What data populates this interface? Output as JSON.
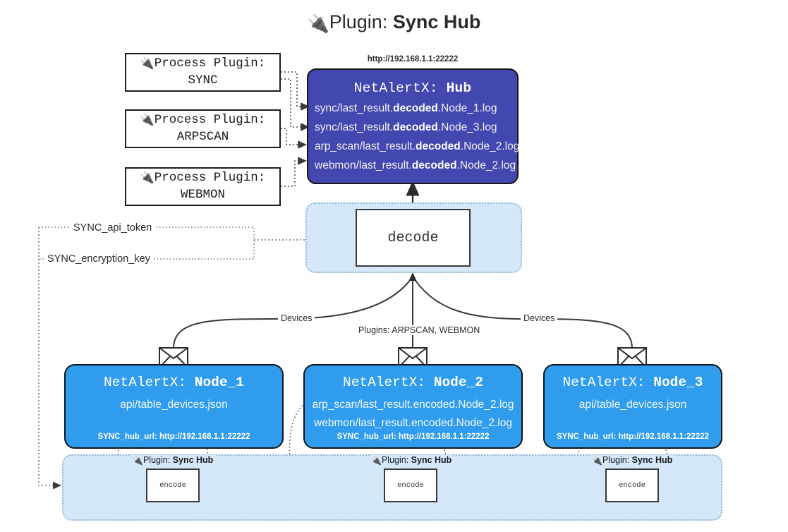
{
  "header": {
    "plug_icon": "🔌",
    "prefix": "Plugin: ",
    "name": "Sync Hub"
  },
  "process_plugins": [
    {
      "line1": "Process Plugin:",
      "line2": "SYNC",
      "icon": "plug-icon"
    },
    {
      "line1": "Process Plugin:",
      "line2": "ARPSCAN",
      "icon": "plug-icon"
    },
    {
      "line1": "Process Plugin:",
      "line2": "WEBMON",
      "icon": "plug-icon"
    }
  ],
  "hub": {
    "url": "http://192.168.1.1:22222",
    "title_prefix": "NetAlertX: ",
    "title_name": "Hub",
    "logs": [
      {
        "pre": "sync/last_result.",
        "mid": "decoded",
        "post": ".Node_1.log"
      },
      {
        "pre": "sync/last_result.",
        "mid": "decoded",
        "post": ".Node_3.log"
      },
      {
        "pre": "arp_scan/last_result.",
        "mid": "decoded",
        "post": ".Node_2.log"
      },
      {
        "pre": "webmon/last_result.",
        "mid": "decoded",
        "post": ".Node_2.log"
      }
    ]
  },
  "decode": {
    "label": "decode"
  },
  "secrets": {
    "api_token": "SYNC_api_token",
    "encryption_key": "SYNC_encryption_key"
  },
  "edge_labels": {
    "devices_left": "Devices",
    "devices_right": "Devices",
    "plugins_center": "Plugins: ARPSCAN, WEBMON"
  },
  "nodes": [
    {
      "title_prefix": "NetAlertX: ",
      "title_name": "Node_1",
      "lines": [
        "api/table_devices.json"
      ],
      "foot_key": "SYNC_hub_url: ",
      "foot_val": "http://192.168.1.1:22222",
      "envelope": "envelope-icon"
    },
    {
      "title_prefix": "NetAlertX: ",
      "title_name": "Node_2",
      "lines": [
        "arp_scan/last_result.encoded.Node_2.log",
        "webmon/last_result.encoded.Node_2.log"
      ],
      "foot_key": "SYNC_hub_url: ",
      "foot_val": "http://192.168.1.1:22222",
      "envelope": "envelope-icon"
    },
    {
      "title_prefix": "NetAlertX: ",
      "title_name": "Node_3",
      "lines": [
        "api/table_devices.json"
      ],
      "foot_key": "SYNC_hub_url: ",
      "foot_val": "http://192.168.1.1:22222",
      "envelope": "envelope-icon"
    }
  ],
  "encoders": [
    {
      "plug_icon": "🔌",
      "label_prefix": "Plugin: ",
      "label_name": "Sync Hub",
      "box": "encode"
    },
    {
      "plug_icon": "🔌",
      "label_prefix": "Plugin: ",
      "label_name": "Sync Hub",
      "box": "encode"
    },
    {
      "plug_icon": "🔌",
      "label_prefix": "Plugin: ",
      "label_name": "Sync Hub",
      "box": "encode"
    }
  ],
  "colors": {
    "hub_fill": "#4347b0",
    "node_fill": "#2f9ced",
    "container_fill": "#d4e8fa",
    "container_border": "#8fb6d6",
    "stroke": "#3a3a3a"
  }
}
